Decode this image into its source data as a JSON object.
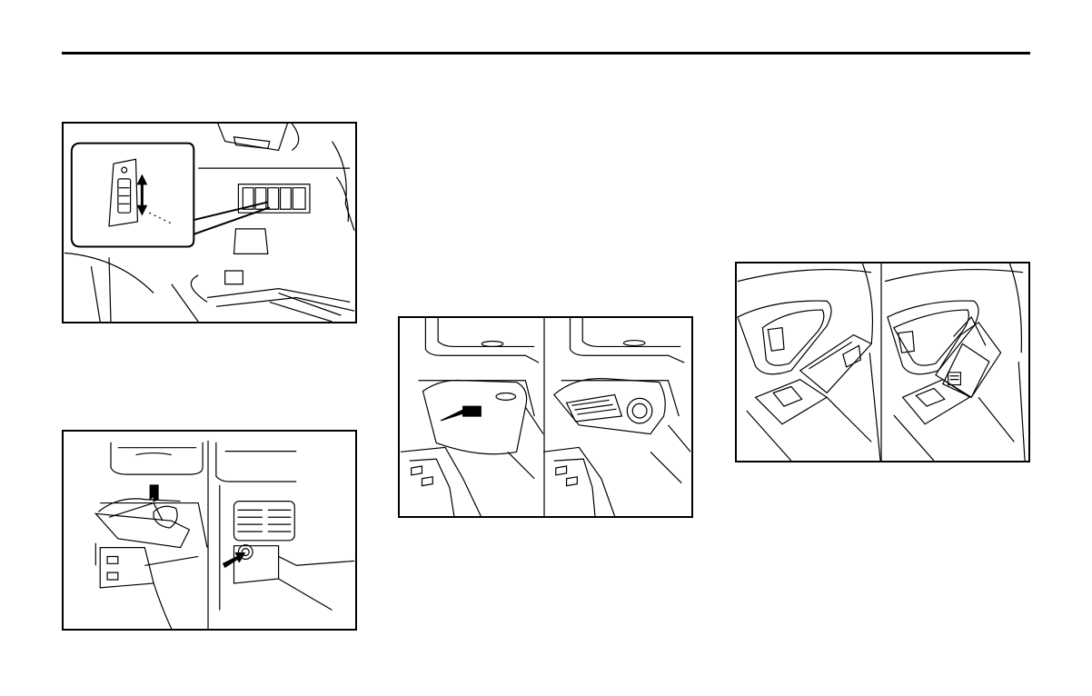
{
  "page": {
    "header_rule": true,
    "figures": [
      {
        "id": "fig1",
        "depicts": "dashboard-dimmer-switch"
      },
      {
        "id": "fig2",
        "depicts": "ashtray-and-lighter"
      },
      {
        "id": "fig3",
        "depicts": "console-ashtray"
      },
      {
        "id": "fig4",
        "depicts": "door-ashtray"
      }
    ]
  }
}
